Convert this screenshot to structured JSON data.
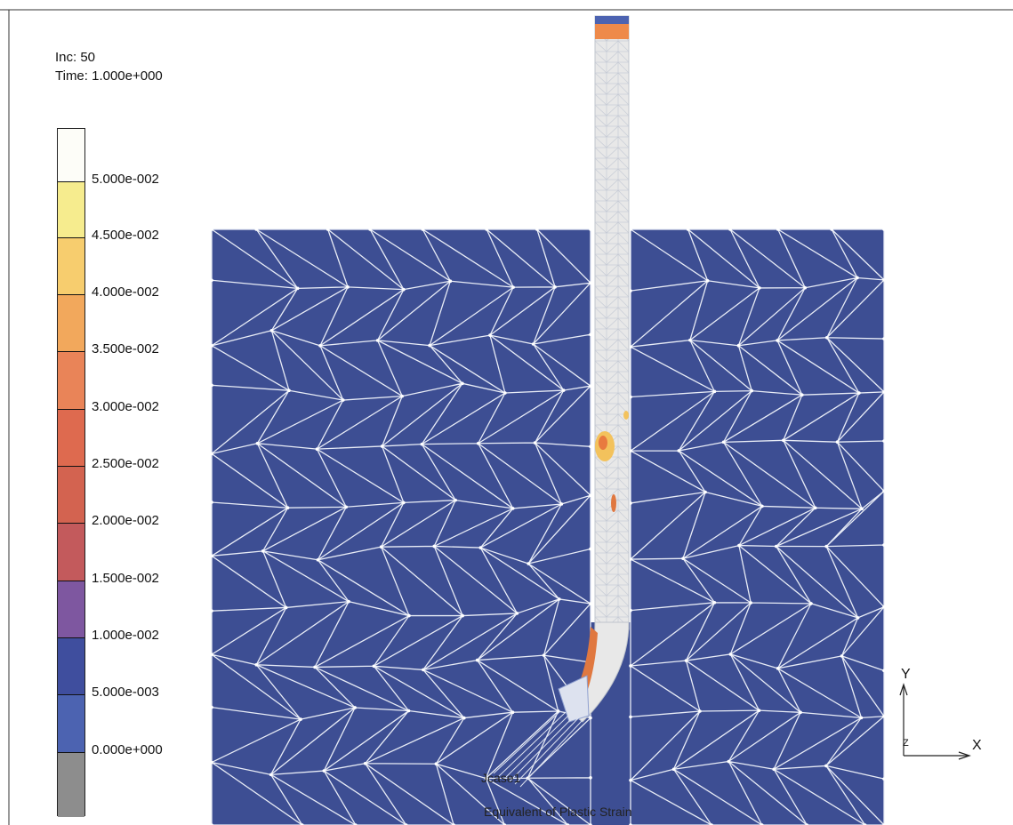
{
  "header": {
    "inc_text": "Inc:  50",
    "time_text": "Time:  1.000e+000"
  },
  "legend": {
    "ticks": [
      "5.000e-002",
      "4.500e-002",
      "4.000e-002",
      "3.500e-002",
      "3.000e-002",
      "2.500e-002",
      "2.000e-002",
      "1.500e-002",
      "1.000e-002",
      "5.000e-003",
      "0.000e+000"
    ],
    "bands": [
      {
        "color": "#fdfdf8"
      },
      {
        "color": "#f6ec8e"
      },
      {
        "color": "#f7cd6e"
      },
      {
        "color": "#f2a85c"
      },
      {
        "color": "#e98458"
      },
      {
        "color": "#de6a4f"
      },
      {
        "color": "#d36350"
      },
      {
        "color": "#c35a5c"
      },
      {
        "color": "#7e57a0"
      },
      {
        "color": "#3f4e9e"
      },
      {
        "color": "#4c63b1"
      },
      {
        "color": "#8d8d8d"
      }
    ]
  },
  "plot": {
    "job_name": "Jcase1",
    "variable_name": "Equivalent of Plastic Strain",
    "substrate_color": "#3d4e93",
    "mesh_line_color": "#e8ecf6",
    "wire_color": "#e8e8e8"
  },
  "triad": {
    "x_label": "X",
    "y_label": "Y",
    "z_label": "Z"
  }
}
